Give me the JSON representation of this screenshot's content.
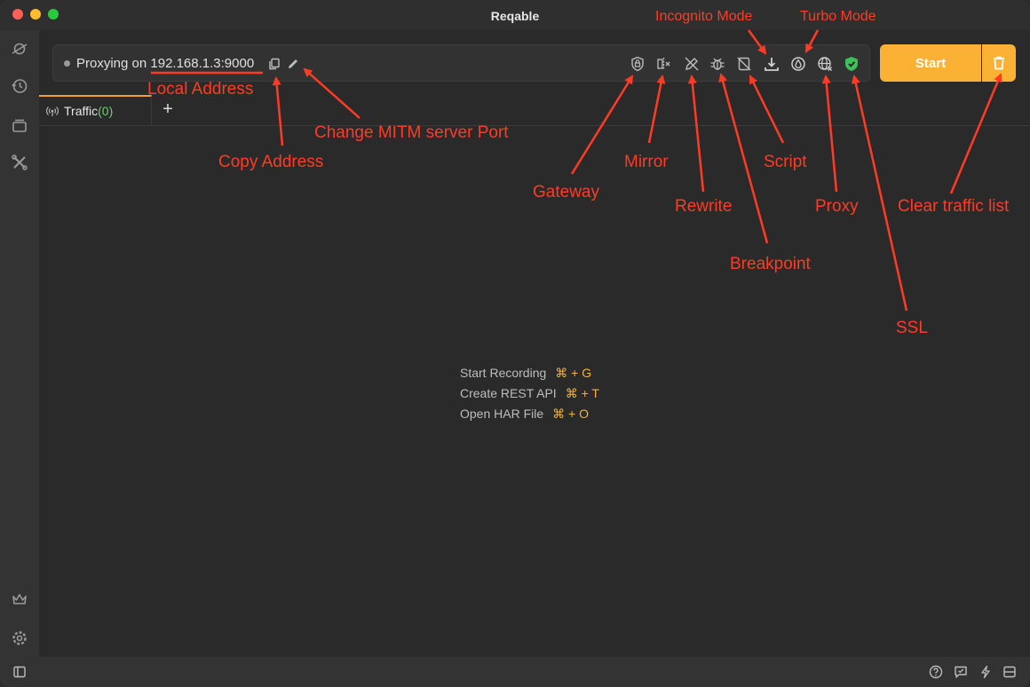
{
  "window": {
    "title": "Reqable"
  },
  "toolbar": {
    "proxy_prefix": "Proxying on ",
    "proxy_address": "192.168.1.3:9000",
    "start_label": "Start"
  },
  "tabs": [
    {
      "label": "Traffic",
      "count": "(0)"
    }
  ],
  "hints": [
    {
      "label": "Start Recording",
      "shortcut": "⌘ + G"
    },
    {
      "label": "Create REST API",
      "shortcut": "⌘ + T"
    },
    {
      "label": "Open HAR File",
      "shortcut": "⌘ + O"
    }
  ],
  "annotations": {
    "incognito": "Incognito Mode",
    "turbo": "Turbo Mode",
    "local_address": "Local Address",
    "change_port": "Change MITM server Port",
    "copy_address": "Copy Address",
    "gateway": "Gateway",
    "mirror": "Mirror",
    "rewrite": "Rewrite",
    "breakpoint": "Breakpoint",
    "script": "Script",
    "proxy": "Proxy",
    "ssl": "SSL",
    "clear": "Clear traffic list"
  },
  "colors": {
    "accent": "#fbb234",
    "annotation": "#ff3b26",
    "ssl_green": "#3fbf5a",
    "count_green": "#6fcf6f"
  },
  "icons": {
    "sidebar": [
      "planet-icon",
      "history-icon",
      "collection-icon",
      "tools-icon",
      "crown-icon",
      "settings-icon"
    ],
    "toolbar": [
      "copy-icon",
      "edit-icon",
      "gateway-icon",
      "mirror-icon",
      "rewrite-icon",
      "breakpoint-icon",
      "script-icon",
      "incognito-icon",
      "turbo-icon",
      "proxy-icon",
      "ssl-shield-icon",
      "trash-icon"
    ],
    "statusbar": [
      "panel-toggle-icon",
      "help-icon",
      "feedback-icon",
      "bolt-icon",
      "layout-icon"
    ]
  }
}
